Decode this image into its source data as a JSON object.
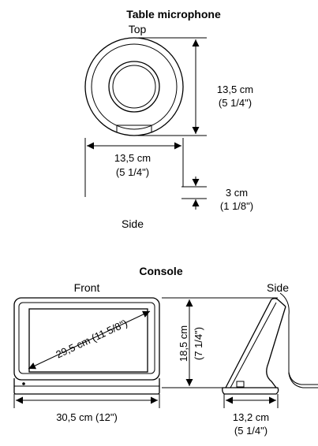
{
  "mic": {
    "title": "Table microphone",
    "top_label": "Top",
    "height_cm": "13,5 cm",
    "height_in": "(5 1/4\")",
    "width_cm": "13,5 cm",
    "width_in": "(5 1/4\")",
    "depth_cm": "3 cm",
    "depth_in": "(1 1/8\")",
    "side_label": "Side"
  },
  "console": {
    "title": "Console",
    "front_label": "Front",
    "side_label": "Side",
    "diagonal": "29,5 cm (11 5/8\")",
    "height_cm": "18,5 cm",
    "height_in": "(7 1/4\")",
    "width": "30,5 cm (12\")",
    "depth_cm": "13,2 cm",
    "depth_in": "(5 1/4\")"
  }
}
